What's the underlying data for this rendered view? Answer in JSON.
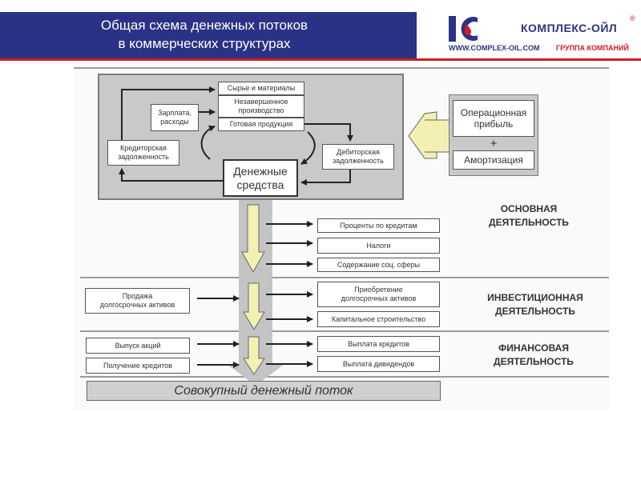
{
  "header": {
    "title_line1": "Общая схема денежных потоков",
    "title_line2": "в коммерческих структурах"
  },
  "logo": {
    "name": "КОМПЛЕКС-ОЙЛ",
    "registered": "®",
    "url": "WWW.COMPLEX-OIL.COM",
    "group": "ГРУППА КОМПАНИЙ",
    "colors": {
      "brand_blue": "#2b3285",
      "brand_red": "#d21c20"
    }
  },
  "cycle": {
    "materials": "Сырье и материалы",
    "wip_line1": "Незавершенное",
    "wip_line2": "производство",
    "finished": "Готовая продукция",
    "salary_line1": "Зарплата,",
    "salary_line2": "расходы",
    "payables_line1": "Кредиторская",
    "payables_line2": "задолженность",
    "receivables_line1": "Дебиторская",
    "receivables_line2": "задолженность",
    "cash_line1": "Денежные",
    "cash_line2": "средства"
  },
  "profit": {
    "operating_line1": "Операционная",
    "operating_line2": "прибыль",
    "plus": "+",
    "depreciation": "Амортизация"
  },
  "operating": {
    "label_line1": "ОСНОВНАЯ",
    "label_line2": "ДЕЯТЕЛЬНОСТЬ",
    "outflows": [
      "Проценты по кредитам",
      "Налоги",
      "Содержание соц. сферы"
    ]
  },
  "investing": {
    "label_line1": "ИНВЕСТИЦИОННАЯ",
    "label_line2": "ДЕЯТЕЛЬНОСТЬ",
    "inflow_line1": "Продажа",
    "inflow_line2": "долгосрочных активов",
    "outflow1_line1": "Приобретение",
    "outflow1_line2": "долгосрочных активов",
    "outflow2": "Капитальное строительство"
  },
  "financing": {
    "label_line1": "ФИНАНСОВАЯ",
    "label_line2": "ДЕЯТЕЛЬНОСТЬ",
    "inflows": [
      "Выпуск акций",
      "Получение кредитов"
    ],
    "outflows": [
      "Выплата кредитов",
      "Выплата дивидендов"
    ]
  },
  "total": "Совокупный денежный поток"
}
